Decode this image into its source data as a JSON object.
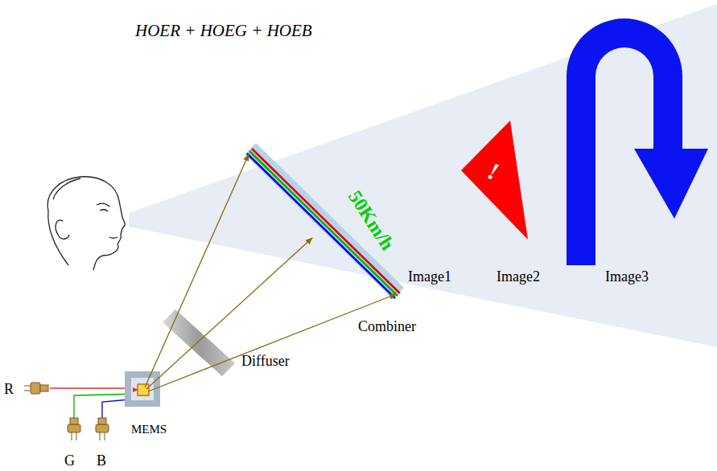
{
  "diagram": {
    "labels": [
      "HOER + HOEG + HOEB",
      "50Km/h",
      "Image1",
      "!",
      "Image2",
      "Image3",
      "Combiner",
      "Diffuser",
      "R",
      "G",
      "B",
      "MEMS"
    ]
  }
}
